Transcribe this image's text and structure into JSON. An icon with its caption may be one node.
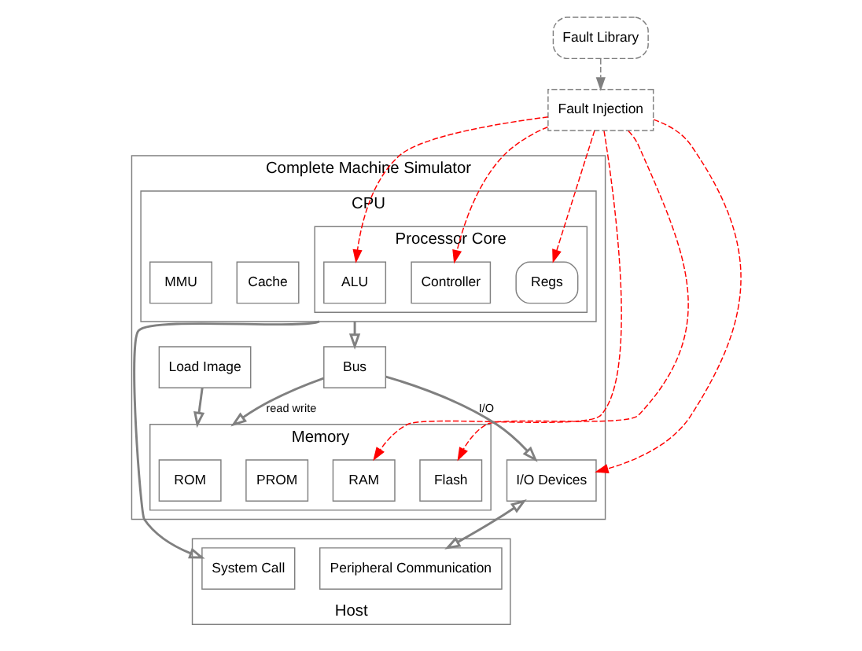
{
  "diagram": {
    "nodes": [
      {
        "text": [
          "Fault Library"
        ]
      },
      {
        "text": [
          "Fault Injection"
        ]
      },
      {
        "text": [
          "Complete Machine Simulator"
        ]
      },
      {
        "text": [
          "CPU"
        ],
        "in": 2
      },
      {
        "text": [
          "Processor Core"
        ],
        "in": 3
      },
      {
        "text": [
          "ALU"
        ],
        "in": 4
      },
      {
        "text": [
          "Controller"
        ],
        "in": 4
      },
      {
        "text": [
          "Regs"
        ],
        "in": 4
      },
      {
        "text": [
          "Cache"
        ],
        "in": 3
      },
      {
        "text": [
          "MMU"
        ],
        "in": 3
      },
      {
        "text": [
          "Bus"
        ],
        "in": 2
      },
      {
        "text": [
          "Memory"
        ],
        "in": 2
      },
      {
        "text": [
          "ROM"
        ],
        "in": 11
      },
      {
        "text": [
          "RAM"
        ],
        "in": 11
      },
      {
        "text": [
          "PROM"
        ],
        "in": 11
      },
      {
        "text": [
          "Flash"
        ],
        "in": 11
      },
      {
        "text": [
          "Load Image"
        ],
        "in": 2
      },
      {
        "text": [
          "I/O Devices"
        ],
        "in": 2
      },
      {
        "text": [
          "Host"
        ]
      },
      {
        "text": [
          "System Call"
        ],
        "in": 18
      },
      {
        "text": [
          "Peripheral Communication"
        ],
        "in": 18
      }
    ],
    "edges": [
      {
        "from": 0,
        "to": 1,
        "arrow": "to",
        "style": "dashed"
      },
      {
        "from": 1,
        "to": 5,
        "arrow": "to",
        "style": "dashed",
        "color": "#ff0000"
      },
      {
        "from": 1,
        "to": 7,
        "arrow": "to",
        "style": "dashed",
        "color": "#ff0000"
      },
      {
        "from": 1,
        "to": 6,
        "arrow": "to",
        "style": "dashed",
        "color": "#ff0000"
      },
      {
        "from": 1,
        "to": 13,
        "arrow": "to",
        "style": "dashed",
        "color": "#ff0000"
      },
      {
        "from": 1,
        "to": 15,
        "arrow": "to",
        "style": "dashed",
        "color": "#ff0000"
      },
      {
        "from": 1,
        "to": 17,
        "arrow": "to",
        "style": "dashed",
        "color": "#ff0000"
      },
      {
        "from": 3,
        "to": 10,
        "arrow": "to"
      },
      {
        "from": 10,
        "to": 11,
        "arrow": "to",
        "label": "read write"
      },
      {
        "from": 10,
        "to": 17,
        "arrow": "to",
        "label": "I/O"
      },
      {
        "from": 16,
        "to": 11,
        "arrow": "to"
      },
      {
        "from": 3,
        "to": 19,
        "arrow": "to"
      },
      {
        "from": 17,
        "to": 20,
        "arrow": "both"
      }
    ]
  }
}
